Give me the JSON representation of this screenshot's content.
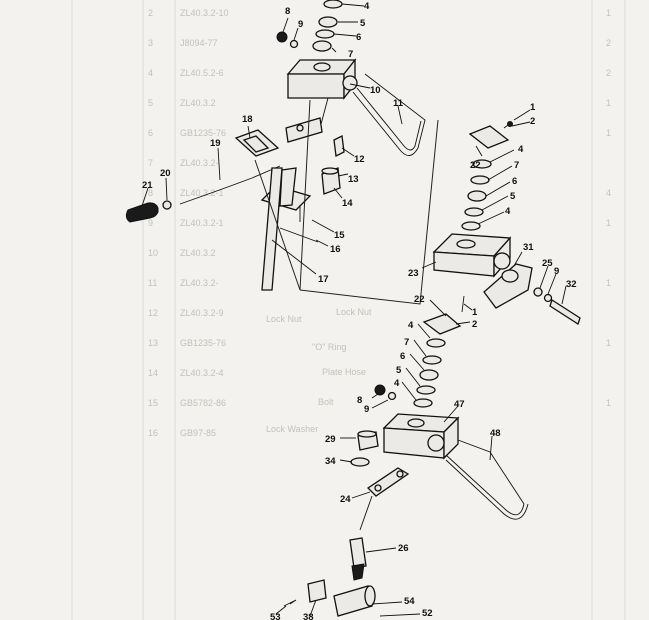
{
  "background_table": {
    "row_numbers": [
      "2",
      "3",
      "4",
      "5",
      "6",
      "7",
      "8",
      "9",
      "10",
      "11",
      "12",
      "13",
      "14",
      "15",
      "16"
    ],
    "part_codes": [
      "ZL40.3.2-10",
      "J8094-77",
      "ZL40.5.2-6",
      "ZL40.3.2",
      "GB1235-76",
      "ZL40.3.2-",
      "ZL40.3.2-1",
      "ZL40.3.2-1",
      "ZL40.3.2",
      "ZL40.3.2-",
      "ZL40.3.2-9",
      "GB1235-76",
      "ZL40.3.2-4",
      "GB5782-86",
      "GB97-85"
    ],
    "descriptions": [
      "Lock Nut",
      "Lock Nut",
      "\"O\" Ring",
      "Plate Hose",
      "Bolt",
      "Lock Washer"
    ],
    "quantities": [
      "1",
      "2",
      "2",
      "1",
      "1",
      "4",
      "1",
      "1",
      "1",
      "1"
    ]
  },
  "callouts": [
    "4",
    "5",
    "6",
    "7",
    "8",
    "9",
    "10",
    "11",
    "12",
    "13",
    "14",
    "15",
    "16",
    "17",
    "18",
    "19",
    "20",
    "21",
    "1",
    "2",
    "22",
    "4",
    "7",
    "6",
    "5",
    "4",
    "31",
    "25",
    "9",
    "32",
    "23",
    "22",
    "1",
    "2",
    "4",
    "7",
    "6",
    "5",
    "4",
    "8",
    "9",
    "47",
    "48",
    "29",
    "34",
    "24",
    "26",
    "38",
    "54",
    "52",
    "53"
  ],
  "colors": {
    "paper": "#f3f2ee",
    "ink": "#111111",
    "ghost": "#bdbbb5"
  }
}
